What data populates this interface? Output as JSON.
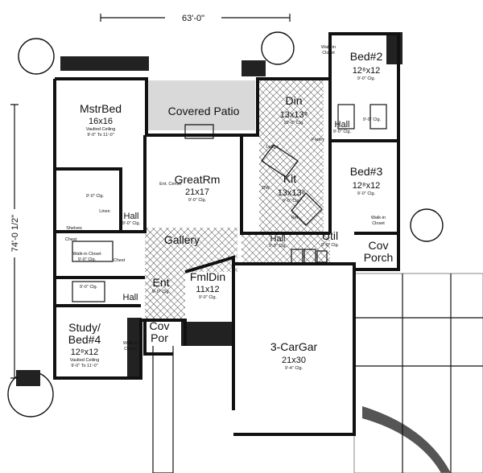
{
  "dimensions": {
    "width": "63'-0\"",
    "depth": "74'-0 1/2\""
  },
  "rooms": {
    "master_bed": {
      "name": "MstrBed",
      "size": "16x16",
      "note1": "Vaulted Ceiling",
      "note2": "9'-0\" To 11'-0\""
    },
    "covered_patio": {
      "name": "Covered Patio"
    },
    "great_room": {
      "name": "GreatRm",
      "size": "21x17",
      "note": "9'-0\" Clg."
    },
    "dining": {
      "name": "Din",
      "size": "13x13⁸",
      "note": "10'-0\" Clg."
    },
    "kitchen": {
      "name": "Kit",
      "size": "13x13⁸",
      "note": "9'-0\" Clg."
    },
    "bed2": {
      "name": "Bed#2",
      "size": "12⁸x12",
      "note": "9'-0\" Clg."
    },
    "bed3": {
      "name": "Bed#3",
      "size": "12⁸x12",
      "note": "9'-0\" Clg."
    },
    "gallery": {
      "name": "Gallery"
    },
    "family_dining": {
      "name": "FmlDin",
      "size": "11x12",
      "note": "9'-0\" Clg."
    },
    "entry": {
      "name": "Ent",
      "note": "9'-0\" Clg."
    },
    "study": {
      "name": "Study/",
      "name2": "Bed#4",
      "size": "12⁸x12",
      "note1": "Vaulted Ceiling",
      "note2": "9'-0\" To 11'-0\""
    },
    "cov_porch": {
      "name": "Cov",
      "name2": "Por"
    },
    "cov_porch_right": {
      "name": "Cov",
      "name2": "Porch"
    },
    "garage": {
      "name": "3-CarGar",
      "size": "21x30",
      "note": "9'-4\" Clg."
    },
    "util": {
      "name": "Util",
      "note": "9'-0\" Clg."
    },
    "hall_mid": {
      "name": "Hall",
      "note": "9'-0\" Clg."
    },
    "hall_left": {
      "name": "Hall",
      "note": "9'-0\" Clg."
    },
    "hall_study": {
      "name": "Hall"
    },
    "hall_right": {
      "name": "Hall",
      "note": "9'-0\" Clg."
    },
    "walkin_closet": {
      "name": "Walk-in Closet",
      "note": "9'-0\" Clg."
    },
    "walkin_closet_bed3": {
      "name": "Walk-in",
      "name2": "Closet"
    },
    "walkin_closet_bed2": {
      "name": "Walk-in",
      "name2": "Closet"
    },
    "walkin_closet_study": {
      "name": "Walk-in",
      "name2": "Closet"
    }
  },
  "fixtures": {
    "ent_center": "Ent. Center",
    "linen": "Linen",
    "shelves": "Shelves",
    "chest1": "Chest",
    "chest2": "Chest",
    "ledge": "Ledge",
    "pantry": "Pantry",
    "ref": "Ref",
    "dw": "DW",
    "bath_note1": "9'-0\" Clg.",
    "bath_note2": "9'-0\" Clg.",
    "bath_note3": "9'-0\" Clg."
  }
}
